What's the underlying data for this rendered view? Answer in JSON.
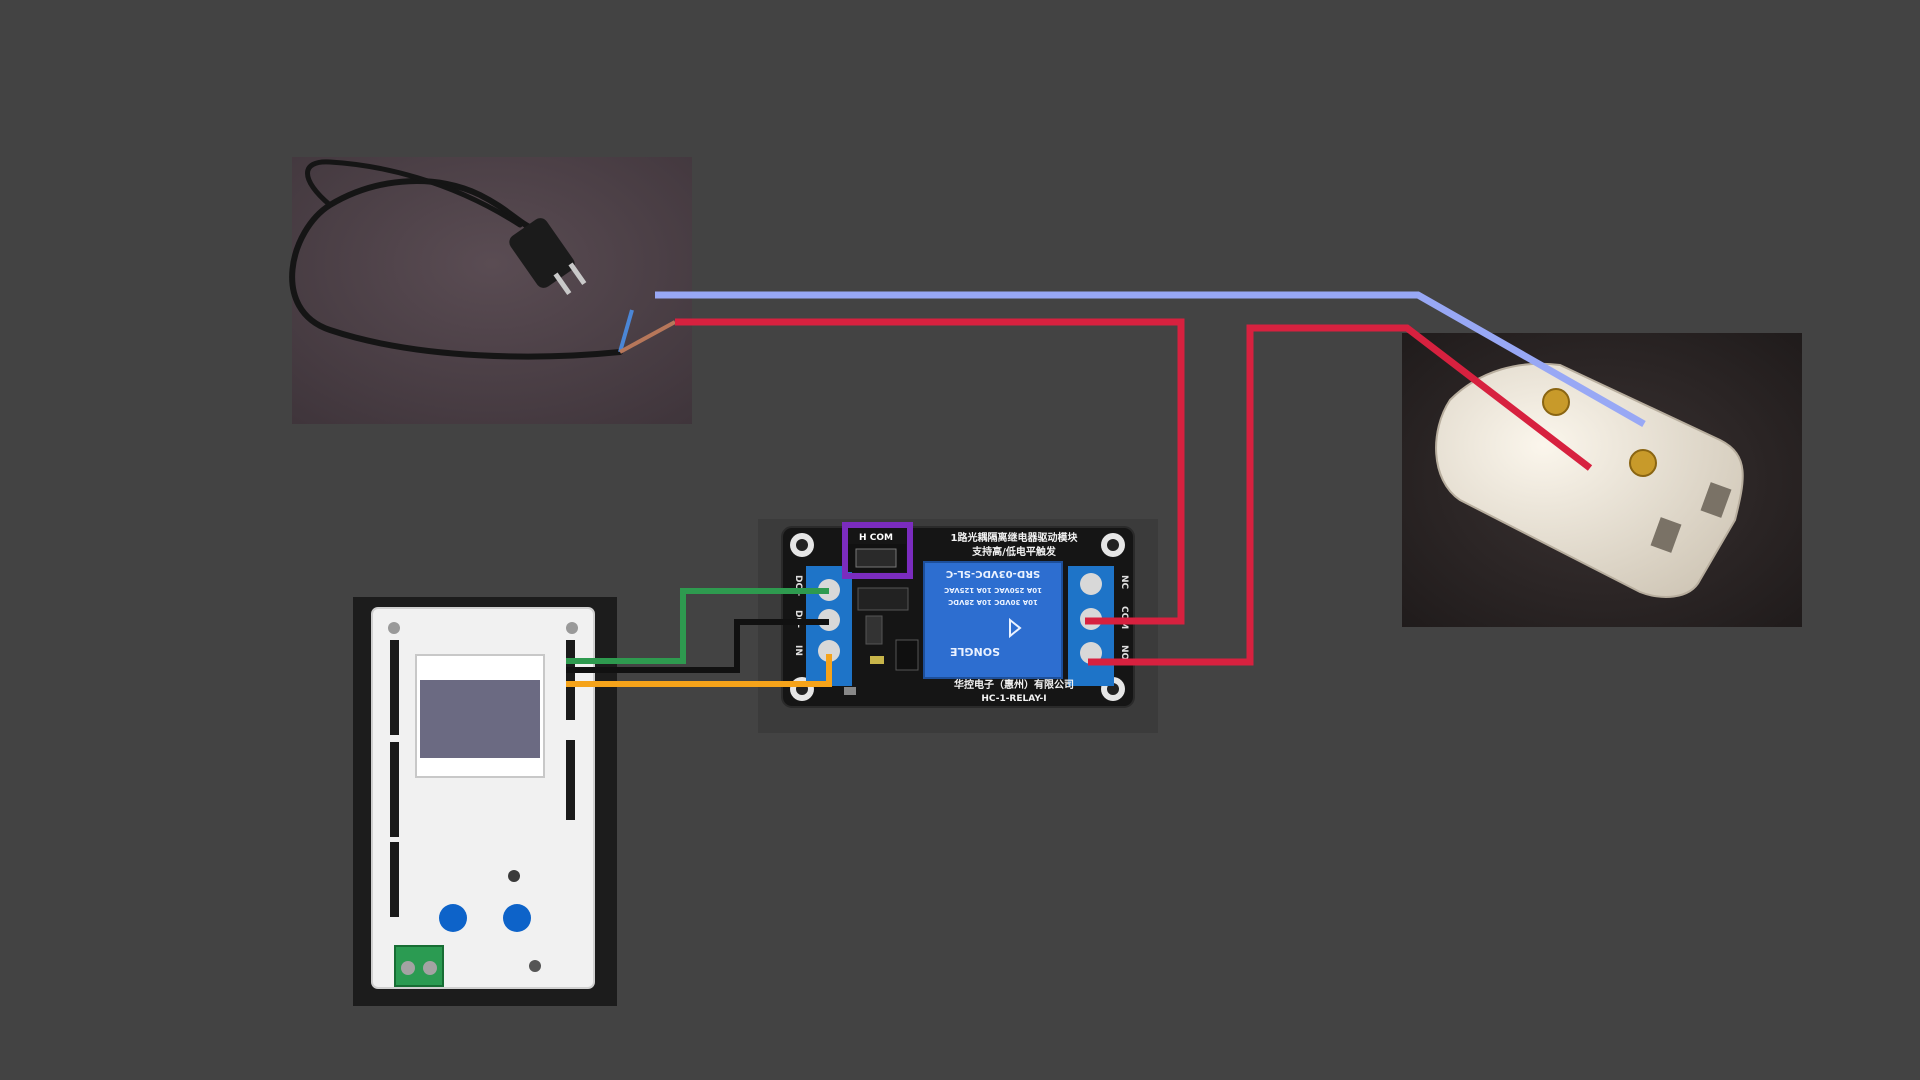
{
  "colors": {
    "background": "#434343",
    "wire_neutral": "#98a8f5",
    "wire_live": "#d7213f",
    "wire_signal": "#2e9a4f",
    "wire_ground": "#111111",
    "wire_power": "#f5a31a",
    "jumper_highlight": "#7b2cbf"
  },
  "relay": {
    "title_line1": "1路光耦隔离继电器驱动模块",
    "title_line2": "支持高/低电平触发",
    "jumper_label": "H COM",
    "relay_model": "SRD-03VDC-SL-C",
    "relay_rating1": "10A 250VAC  10A 125VAC",
    "relay_rating2": "10A 30VDC  10A 28VDC",
    "relay_brand": "SONGLE",
    "company": "华控电子（惠州）有限公司",
    "module_name": "HC-1-RELAY-I",
    "input_pins": [
      "DC+",
      "DC-",
      "IN"
    ],
    "output_pins": [
      "NC",
      "COM",
      "NO"
    ]
  }
}
